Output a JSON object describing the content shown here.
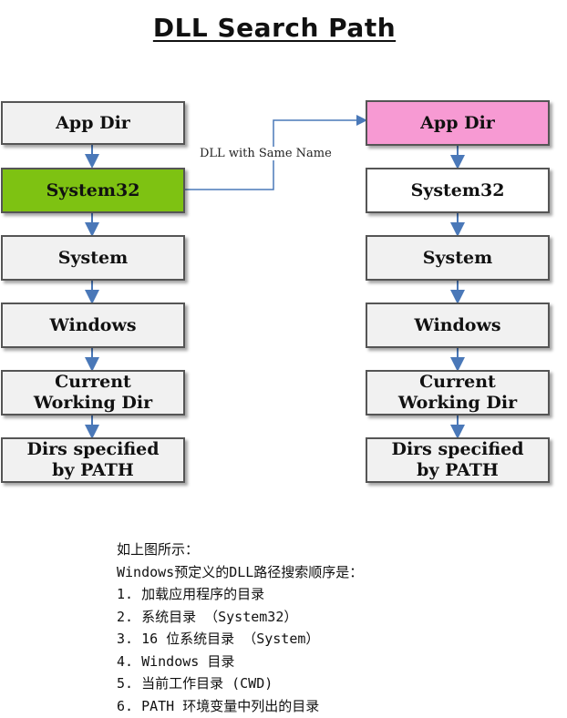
{
  "title": "DLL Search Path",
  "connector_label": "DLL with Same Name",
  "left_column": {
    "boxes": [
      "App Dir",
      "System32",
      "System",
      "Windows",
      "Current\nWorking Dir",
      "Dirs specified\nby PATH"
    ]
  },
  "right_column": {
    "boxes": [
      "App Dir",
      "System32",
      "System",
      "Windows",
      "Current\nWorking Dir",
      "Dirs specified\nby PATH"
    ]
  },
  "notes": {
    "intro": "如上图所示：",
    "heading": "Windows预定义的DLL路径搜索顺序是：",
    "items": [
      "1. 加载应用程序的目录",
      "2. 系统目录 （System32）",
      "3. 16 位系统目录 （System）",
      "4. Windows 目录",
      "5. 当前工作目录 (CWD)",
      "6. PATH 环境变量中列出的目录"
    ]
  },
  "colors": {
    "highlight_green": "#7ec212",
    "highlight_pink": "#f79ad3",
    "arrow": "#4a78b8",
    "box_fill": "#f1f1f1"
  }
}
